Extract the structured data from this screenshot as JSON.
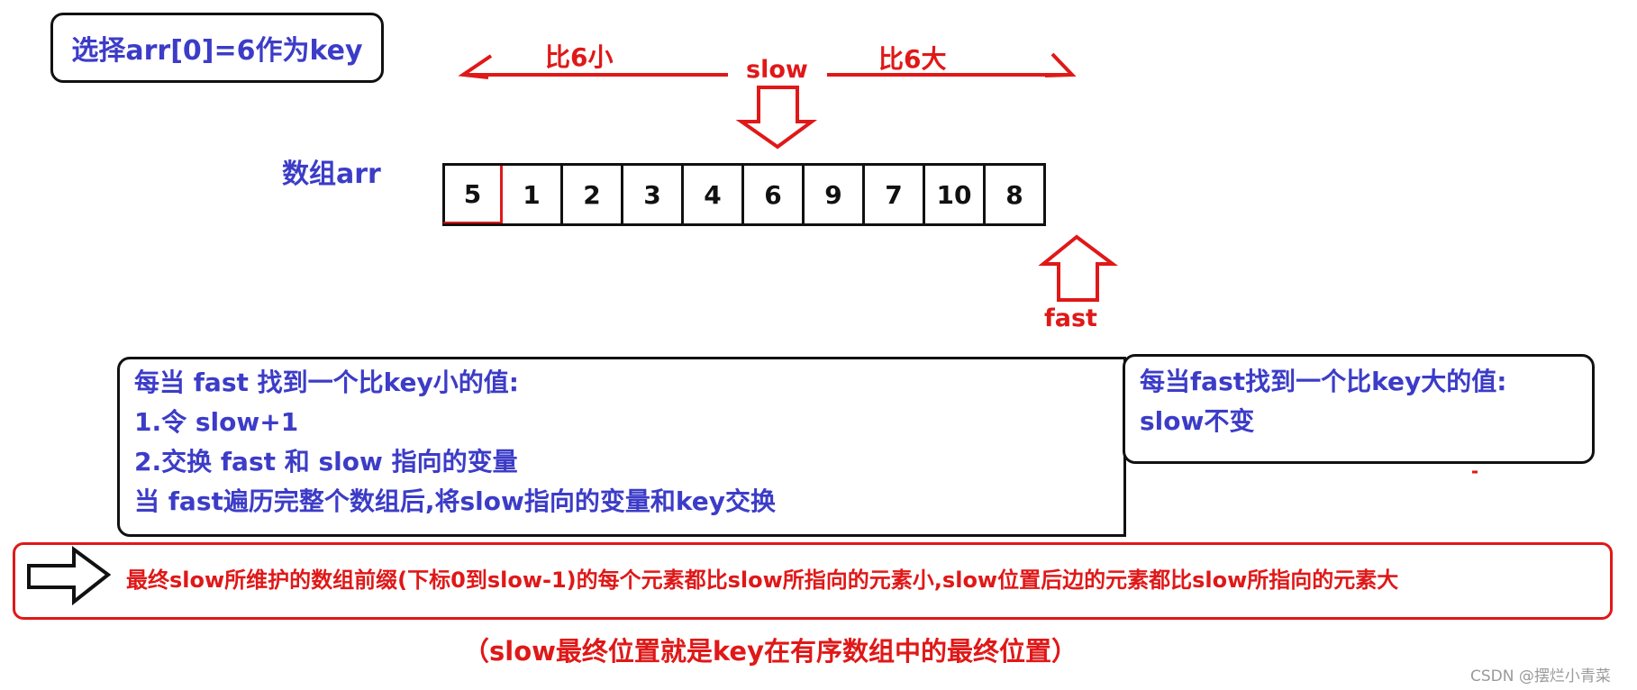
{
  "key_note": "选择arr[0]=6作为key",
  "array_label": "数组arr",
  "array_values": [
    "5",
    "1",
    "2",
    "3",
    "4",
    "6",
    "9",
    "7",
    "10",
    "8"
  ],
  "slow_label": "slow",
  "fast_label": "fast",
  "left_range_label": "比6小",
  "right_range_label": "比6大",
  "rule_smaller": {
    "title": "每当 fast 找到一个比key小的值:",
    "step1": "1.令 slow+1",
    "step2": "2.交换 fast 和  slow 指向的变量",
    "final": "当 fast遍历完整个数组后,将slow指向的变量和key交换"
  },
  "rule_larger": {
    "title": "每当fast找到一个比key大的值:",
    "step": "slow不变"
  },
  "conclusion": "最终slow所维护的数组前缀(下标0到slow-1)的每个元素都比slow所指向的元素小,slow位置后边的元素都比slow所指向的元素大",
  "footnote": "（slow最终位置就是key在有序数组中的最终位置）",
  "watermark": "CSDN @摆烂小青菜",
  "colors": {
    "text_blue": "#3c3cc8",
    "accent_red": "#e01818",
    "border": "#111111"
  }
}
